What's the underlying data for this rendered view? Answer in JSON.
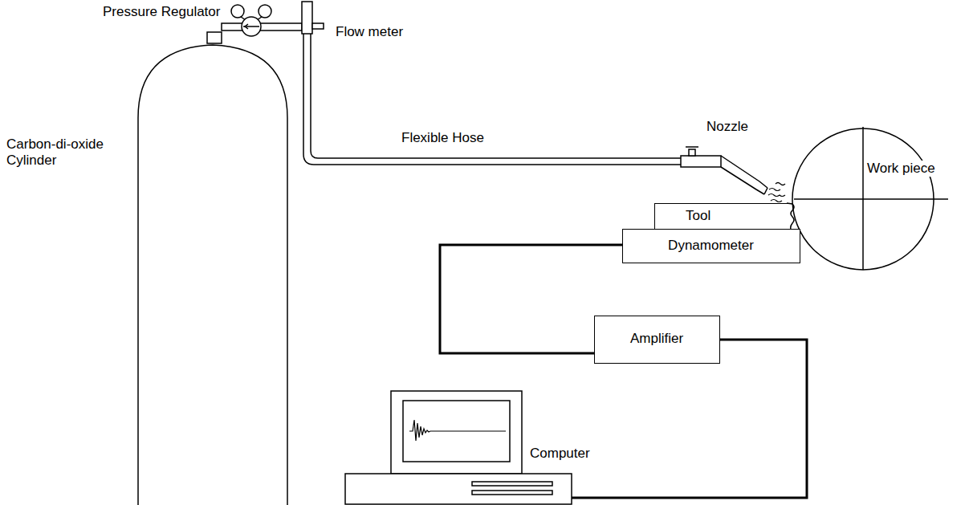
{
  "diagram": {
    "nodes": [
      {
        "text": [
          "Carbon-di-oxide Cylinder"
        ]
      },
      {
        "text": [
          "Work piece"
        ]
      },
      {
        "text": [
          "Tool"
        ]
      },
      {
        "text": [
          "Dynamometer"
        ]
      },
      {
        "text": [
          "Amplifier"
        ]
      },
      {
        "text": [
          "Computer"
        ]
      }
    ],
    "edges": [
      {
        "from": 3,
        "to": 4,
        "arrow": "none"
      },
      {
        "from": 4,
        "to": 5,
        "arrow": "none"
      }
    ],
    "labels": [
      "Pressure Regulator",
      "Flow meter",
      "Flexible Hose",
      "Nozzle"
    ]
  }
}
